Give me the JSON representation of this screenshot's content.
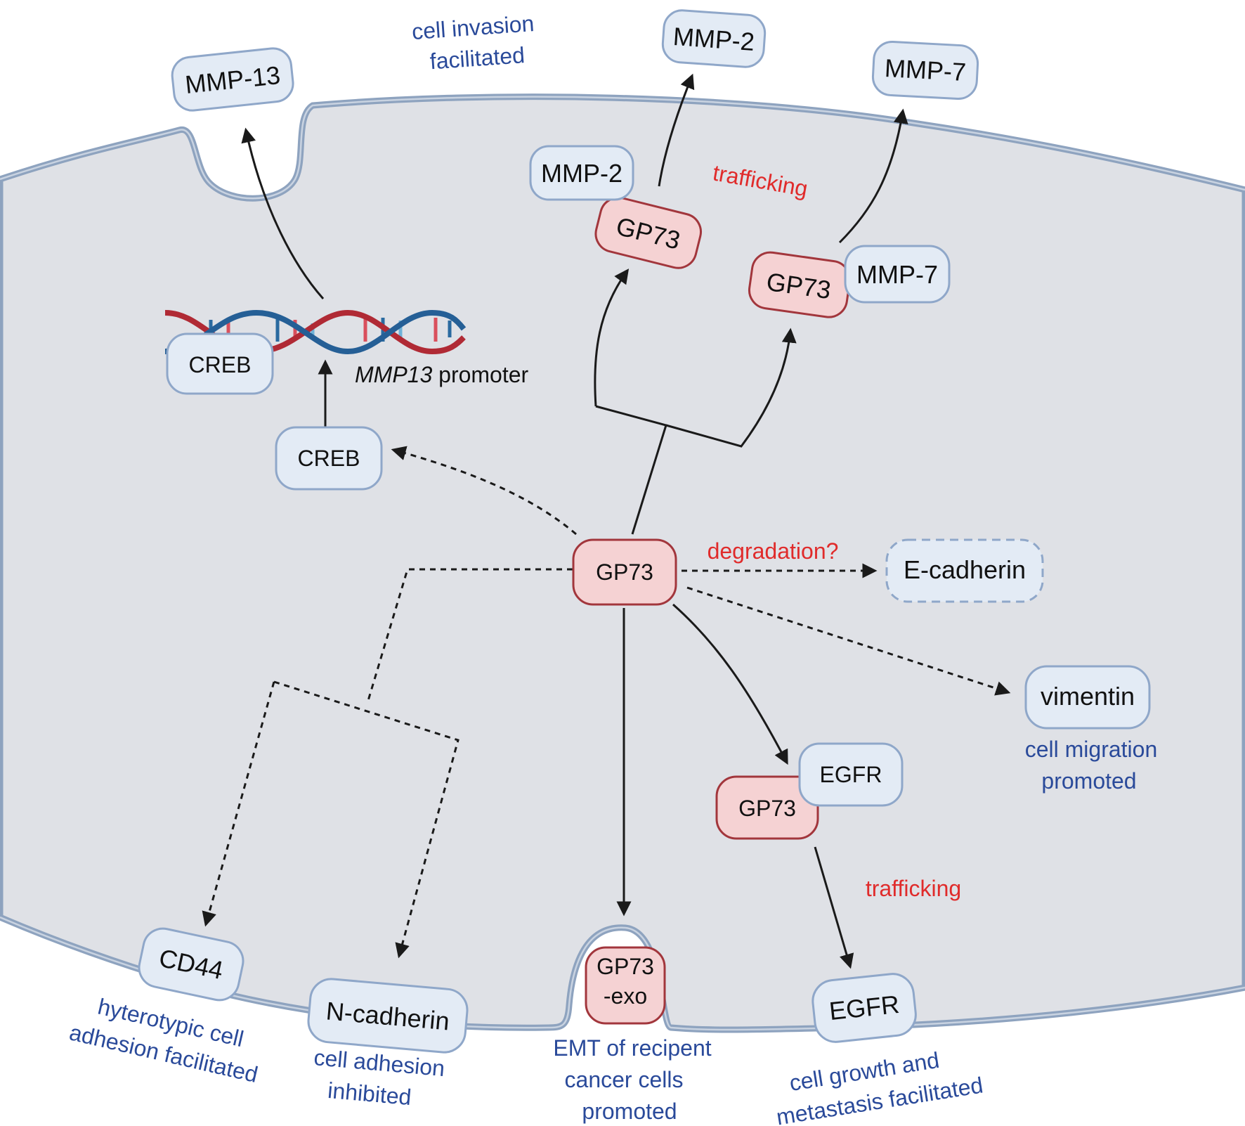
{
  "colors": {
    "cell_fill": "#dfe1e6",
    "membrane": "#8ea3bf",
    "protein_blue": "#e3ebf5",
    "protein_red": "#f5d2d3",
    "note_blue": "#2a4a9a",
    "note_red": "#e02b2b"
  },
  "proteins": {
    "mmp13_out": "MMP-13",
    "mmp2_out": "MMP-2",
    "mmp7_out": "MMP-7",
    "mmp2_in": "MMP-2",
    "gp73_mmp2": "GP73",
    "gp73_mmp7": "GP73",
    "mmp7_in": "MMP-7",
    "creb_dna": "CREB",
    "creb": "CREB",
    "gp73_center": "GP73",
    "ecadherin": "E-cadherin",
    "vimentin": "vimentin",
    "egfr_complex": "EGFR",
    "gp73_egfr": "GP73",
    "cd44": "CD44",
    "ncadherin": "N-cadherin",
    "gp73_exo_line1": "GP73",
    "gp73_exo_line2": "-exo",
    "egfr_membrane": "EGFR"
  },
  "annotations": {
    "promoter_italic": "MMP13",
    "promoter_rest": " promoter",
    "trafficking_top": "trafficking",
    "degradation": "degradation?",
    "trafficking_bottom": "trafficking",
    "invasion_line1": "cell invasion",
    "invasion_line2": "facilitated",
    "migration_line1": "cell migration",
    "migration_line2": "promoted",
    "hetero_line1": "hyterotypic cell",
    "hetero_line2": "adhesion facilitated",
    "adhesion_line1": "cell adhesion",
    "adhesion_line2": "inhibited",
    "emt_line1": "EMT of recipent",
    "emt_line2": "cancer cells",
    "emt_line3": "promoted",
    "growth_line1": "cell growth and",
    "growth_line2": "metastasis facilitated"
  }
}
